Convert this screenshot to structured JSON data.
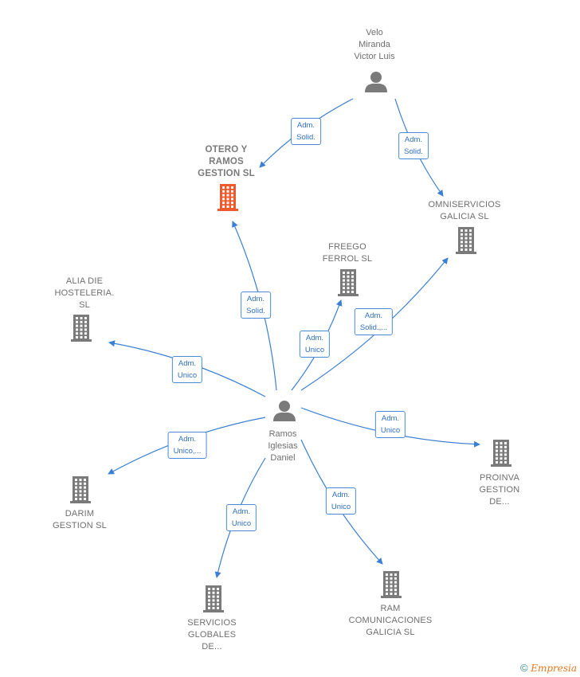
{
  "colors": {
    "edge": "#3b7fd4",
    "company_icon": "#7a7a7a",
    "highlight_icon": "#ef5a2d",
    "person_icon": "#7a7a7a"
  },
  "nodes": [
    {
      "id": "velo",
      "type": "person",
      "label": "Velo\nMiranda\nVictor Luis"
    },
    {
      "id": "otero",
      "type": "company",
      "highlight": true,
      "label": "OTERO Y\nRAMOS\nGESTION  SL"
    },
    {
      "id": "omniservicios",
      "type": "company",
      "label": "OMNISERVICIOS\nGALICIA SL"
    },
    {
      "id": "freego",
      "type": "company",
      "label": "FREEGO\nFERROL  SL"
    },
    {
      "id": "alia",
      "type": "company",
      "label": "ALIA DIE\nHOSTELERIA.\nSL"
    },
    {
      "id": "ramos",
      "type": "person",
      "label": "Ramos\nIglesias\nDaniel"
    },
    {
      "id": "proinva",
      "type": "company",
      "label": "PROINVA\nGESTION\nDE..."
    },
    {
      "id": "darim",
      "type": "company",
      "label": "DARIM\nGESTION  SL"
    },
    {
      "id": "servicios",
      "type": "company",
      "label": "SERVICIOS\nGLOBALES\nDE..."
    },
    {
      "id": "ram",
      "type": "company",
      "label": "RAM\nCOMUNICACIONES\nGALICIA SL"
    }
  ],
  "edges": [
    {
      "from": "velo",
      "to": "otero",
      "label": "Adm.\nSolid."
    },
    {
      "from": "velo",
      "to": "omniservicios",
      "label": "Adm.\nSolid."
    },
    {
      "from": "ramos",
      "to": "otero",
      "label": "Adm.\nSolid."
    },
    {
      "from": "ramos",
      "to": "freego",
      "label": "Adm.\nUnico"
    },
    {
      "from": "ramos",
      "to": "omniservicios",
      "label": "Adm.\nSolid.,..."
    },
    {
      "from": "ramos",
      "to": "alia",
      "label": "Adm.\nUnico"
    },
    {
      "from": "ramos",
      "to": "proinva",
      "label": "Adm.\nUnico"
    },
    {
      "from": "ramos",
      "to": "darim",
      "label": "Adm.\nUnico,..."
    },
    {
      "from": "ramos",
      "to": "servicios",
      "label": "Adm.\nUnico"
    },
    {
      "from": "ramos",
      "to": "ram",
      "label": "Adm.\nUnico"
    }
  ],
  "footer": {
    "copyright_symbol": "©",
    "brand": "Empresia"
  }
}
